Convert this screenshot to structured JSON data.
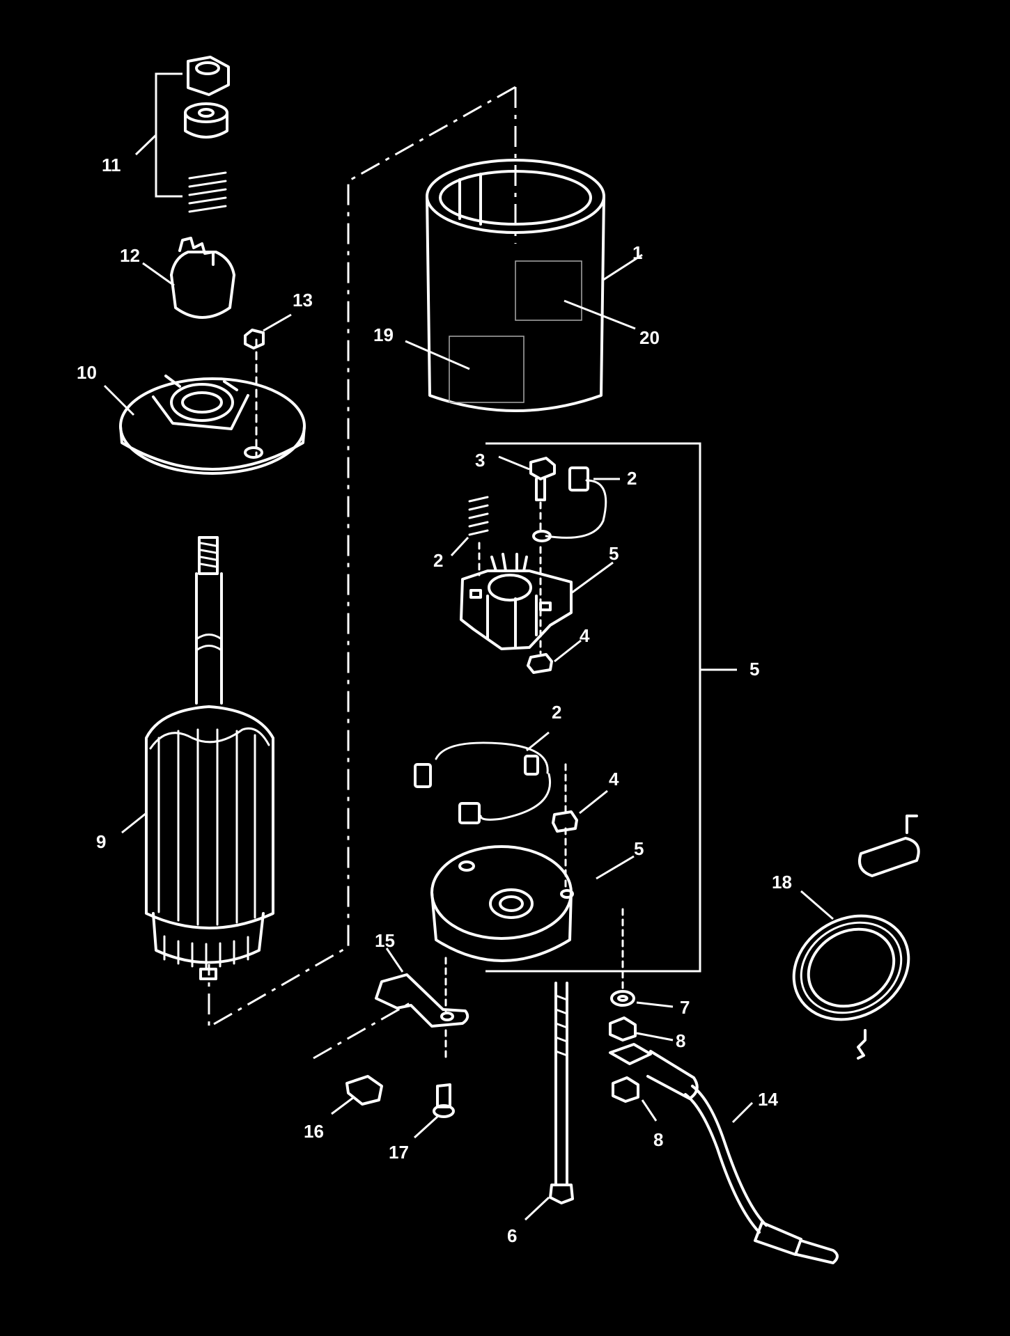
{
  "colors": {
    "background": "#000000",
    "line": "#ffffff",
    "placeholder_box": "#aaaaaa"
  },
  "callouts": [
    {
      "id": "c1",
      "text": "1"
    },
    {
      "id": "c20",
      "text": "20"
    },
    {
      "id": "c19",
      "text": "19"
    },
    {
      "id": "c11",
      "text": "11"
    },
    {
      "id": "c12",
      "text": "12"
    },
    {
      "id": "c13",
      "text": "13"
    },
    {
      "id": "c10",
      "text": "10"
    },
    {
      "id": "c3",
      "text": "3"
    },
    {
      "id": "c2a",
      "text": "2"
    },
    {
      "id": "c2b",
      "text": "2"
    },
    {
      "id": "c5a",
      "text": "5"
    },
    {
      "id": "c4a",
      "text": "4"
    },
    {
      "id": "c5b",
      "text": "5"
    },
    {
      "id": "c2c",
      "text": "2"
    },
    {
      "id": "c4b",
      "text": "4"
    },
    {
      "id": "c5c",
      "text": "5"
    },
    {
      "id": "c9",
      "text": "9"
    },
    {
      "id": "c18",
      "text": "18"
    },
    {
      "id": "c15",
      "text": "15"
    },
    {
      "id": "c7",
      "text": "7"
    },
    {
      "id": "c8a",
      "text": "8"
    },
    {
      "id": "c8b",
      "text": "8"
    },
    {
      "id": "c14",
      "text": "14"
    },
    {
      "id": "c16",
      "text": "16"
    },
    {
      "id": "c17",
      "text": "17"
    },
    {
      "id": "c6",
      "text": "6"
    }
  ]
}
